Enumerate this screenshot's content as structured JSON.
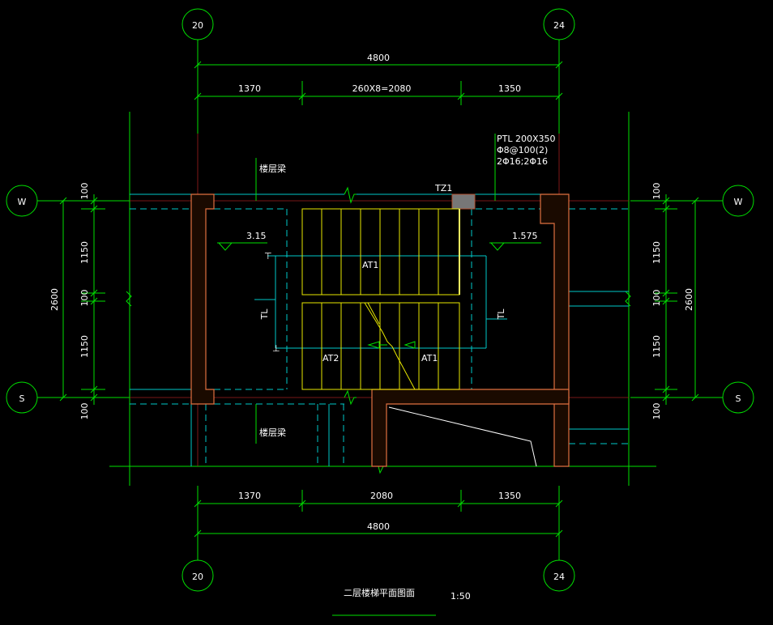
{
  "axes": {
    "col_left": "20",
    "col_right": "24",
    "row_top": "W",
    "row_bottom": "S"
  },
  "dims": {
    "top_overall": "4800",
    "top_left": "1370",
    "top_mid": "260X8=2080",
    "top_right": "1350",
    "bottom_left": "1370",
    "bottom_mid": "2080",
    "bottom_right": "1350",
    "bottom_overall": "4800",
    "side_100a": "100",
    "side_1150a": "1150",
    "side_100b": "100",
    "side_1150b": "1150",
    "side_100c": "100",
    "side_total": "2600"
  },
  "annotations": {
    "ptl_line1": "PTL 200X350",
    "ptl_line2": "Φ8@100(2)",
    "ptl_line3": "2Φ16;2Φ16",
    "tz1": "TZ1",
    "beam_top": "楼层梁",
    "beam_bottom": "楼层梁",
    "level_left": "3.15",
    "level_right": "1.575",
    "at1_top": "AT1",
    "at2": "AT2",
    "at1_bottom": "AT1",
    "tl_left": "TL",
    "tl_right": "TL"
  },
  "title": {
    "text": "二层楼梯平面图面",
    "scale": "1:50"
  },
  "colors": {
    "background": "#000000",
    "dimension": "#00e000",
    "stair": "#e8e800",
    "beam": "#00c8c8",
    "wall": "#e07040",
    "text": "#ffffff"
  }
}
